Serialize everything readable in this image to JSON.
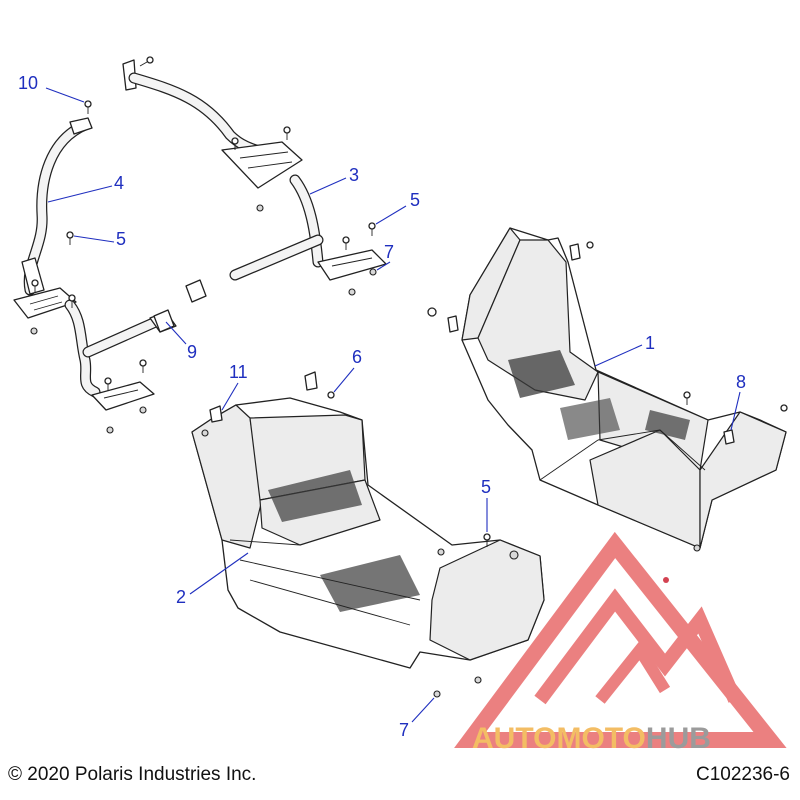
{
  "footer": {
    "copyright": "© 2020 Polaris Industries Inc.",
    "figure_code": "C102236-6"
  },
  "watermark": {
    "brand_left": "AUTOMOTO",
    "brand_right": "HUB",
    "colors": {
      "triangle": "#e86b6b",
      "brand_left": "#f2b24a",
      "brand_right": "#8a8a8a"
    }
  },
  "callouts": {
    "c1": "1",
    "c2": "2",
    "c3": "3",
    "c4": "4",
    "c5a": "5",
    "c5b": "5",
    "c5c": "5",
    "c6": "6",
    "c7a": "7",
    "c7b": "7",
    "c8": "8",
    "c9": "9",
    "c10": "10",
    "c11": "11"
  },
  "colors": {
    "callout": "#1f2fbf",
    "line": "#222222"
  }
}
